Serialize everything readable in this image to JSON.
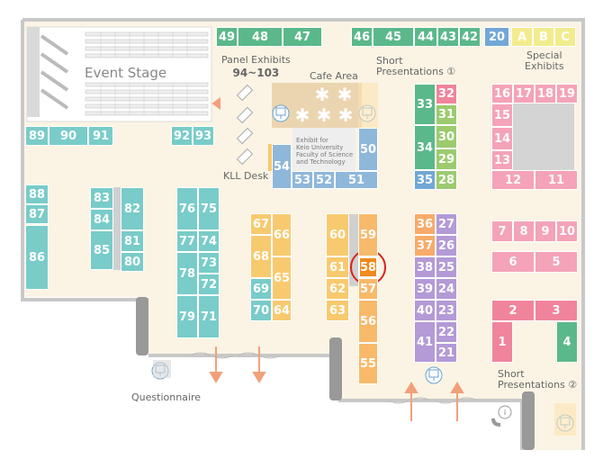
{
  "labels": {
    "event_stage": "Event Stage",
    "panel_exhibits_1": "Panel Exhibits",
    "panel_exhibits_2": "94~103",
    "cafe_area": "Cafe Area",
    "short_pres_1a": "Short",
    "short_pres_1b": "Presentations ①",
    "special_1": "Special",
    "special_2": "Exhibits",
    "kll_desk": "KLL Desk",
    "keio_1": "Exhibit for",
    "keio_2": "Keio University",
    "keio_3": "Faculty of Science",
    "keio_4": "and Technology",
    "questionnaire": "Questionnaire",
    "short_pres_2a": "Short",
    "short_pres_2b": "Presentations ②"
  },
  "booths": [
    {
      "id": "49",
      "color": "#5bb88a"
    },
    {
      "id": "48",
      "color": "#5bb88a"
    },
    {
      "id": "47",
      "color": "#5bb88a"
    },
    {
      "id": "46",
      "color": "#5bb88a"
    },
    {
      "id": "45",
      "color": "#5bb88a"
    },
    {
      "id": "44",
      "color": "#5bb88a"
    },
    {
      "id": "43",
      "color": "#5bb88a"
    },
    {
      "id": "42",
      "color": "#5bb88a"
    },
    {
      "id": "20",
      "color": "#72a7d6"
    },
    {
      "id": "A",
      "color": "#f3ec8e"
    },
    {
      "id": "B",
      "color": "#f3ec8e"
    },
    {
      "id": "C",
      "color": "#f3ec8e"
    },
    {
      "id": "89",
      "color": "#79ccc9"
    },
    {
      "id": "90",
      "color": "#79ccc9"
    },
    {
      "id": "91",
      "color": "#79ccc9"
    },
    {
      "id": "92",
      "color": "#79ccc9"
    },
    {
      "id": "93",
      "color": "#79ccc9"
    },
    {
      "id": "88",
      "color": "#79ccc9"
    },
    {
      "id": "87",
      "color": "#79ccc9"
    },
    {
      "id": "86",
      "color": "#79ccc9"
    },
    {
      "id": "83",
      "color": "#79ccc9"
    },
    {
      "id": "84",
      "color": "#79ccc9"
    },
    {
      "id": "85",
      "color": "#79ccc9"
    },
    {
      "id": "82",
      "color": "#79ccc9"
    },
    {
      "id": "81",
      "color": "#79ccc9"
    },
    {
      "id": "80",
      "color": "#79ccc9"
    },
    {
      "id": "76",
      "color": "#79ccc9"
    },
    {
      "id": "75",
      "color": "#79ccc9"
    },
    {
      "id": "77",
      "color": "#79ccc9"
    },
    {
      "id": "74",
      "color": "#79ccc9"
    },
    {
      "id": "78",
      "color": "#79ccc9"
    },
    {
      "id": "73",
      "color": "#79ccc9"
    },
    {
      "id": "72",
      "color": "#79ccc9"
    },
    {
      "id": "79",
      "color": "#79ccc9"
    },
    {
      "id": "71",
      "color": "#79ccc9"
    },
    {
      "id": "67",
      "color": "#f8ca6f"
    },
    {
      "id": "66",
      "color": "#f8ca6f"
    },
    {
      "id": "68",
      "color": "#f8ca6f"
    },
    {
      "id": "65",
      "color": "#f8ca6f"
    },
    {
      "id": "64",
      "color": "#f8ca6f"
    },
    {
      "id": "69",
      "color": "#79ccc9"
    },
    {
      "id": "70",
      "color": "#79ccc9"
    },
    {
      "id": "60",
      "color": "#f8ca6f"
    },
    {
      "id": "61",
      "color": "#f8ca6f"
    },
    {
      "id": "62",
      "color": "#f8ca6f"
    },
    {
      "id": "63",
      "color": "#f8ca6f"
    },
    {
      "id": "59",
      "color": "#f8b96a"
    },
    {
      "id": "58",
      "color": "#f08a1d"
    },
    {
      "id": "57",
      "color": "#f8b96a"
    },
    {
      "id": "56",
      "color": "#f8b96a"
    },
    {
      "id": "55",
      "color": "#f8b96a"
    },
    {
      "id": "50",
      "color": "#8fb7da"
    },
    {
      "id": "54",
      "color": "#8fb7da"
    },
    {
      "id": "53",
      "color": "#8fb7da"
    },
    {
      "id": "52",
      "color": "#8fb7da"
    },
    {
      "id": "51",
      "color": "#8fb7da"
    },
    {
      "id": "33",
      "color": "#5bb88a"
    },
    {
      "id": "32",
      "color": "#f0849d"
    },
    {
      "id": "31",
      "color": "#9ccb6f"
    },
    {
      "id": "34",
      "color": "#5bb88a"
    },
    {
      "id": "30",
      "color": "#9ccb6f"
    },
    {
      "id": "29",
      "color": "#9ccb6f"
    },
    {
      "id": "35",
      "color": "#72a7d6"
    },
    {
      "id": "28",
      "color": "#9ccb6f"
    },
    {
      "id": "36",
      "color": "#f8ab6a"
    },
    {
      "id": "27",
      "color": "#b49ad6"
    },
    {
      "id": "37",
      "color": "#f8ab6a"
    },
    {
      "id": "26",
      "color": "#b49ad6"
    },
    {
      "id": "38",
      "color": "#b49ad6"
    },
    {
      "id": "25",
      "color": "#b49ad6"
    },
    {
      "id": "39",
      "color": "#b49ad6"
    },
    {
      "id": "24",
      "color": "#b49ad6"
    },
    {
      "id": "40",
      "color": "#b49ad6"
    },
    {
      "id": "23",
      "color": "#b49ad6"
    },
    {
      "id": "41",
      "color": "#b49ad6"
    },
    {
      "id": "22",
      "color": "#b49ad6"
    },
    {
      "id": "21",
      "color": "#b49ad6"
    },
    {
      "id": "16",
      "color": "#f4a3b8"
    },
    {
      "id": "17",
      "color": "#f4a3b8"
    },
    {
      "id": "18",
      "color": "#f4a3b8"
    },
    {
      "id": "19",
      "color": "#f4a3b8"
    },
    {
      "id": "15",
      "color": "#f4a3b8"
    },
    {
      "id": "14",
      "color": "#f4a3b8"
    },
    {
      "id": "13",
      "color": "#f4a3b8"
    },
    {
      "id": "12",
      "color": "#f4a3b8"
    },
    {
      "id": "11",
      "color": "#f4a3b8"
    },
    {
      "id": "7",
      "color": "#f4a3b8"
    },
    {
      "id": "8",
      "color": "#f4a3b8"
    },
    {
      "id": "9",
      "color": "#f4a3b8"
    },
    {
      "id": "10",
      "color": "#f4a3b8"
    },
    {
      "id": "6",
      "color": "#f4a3b8"
    },
    {
      "id": "5",
      "color": "#f4a3b8"
    },
    {
      "id": "2",
      "color": "#f0849d"
    },
    {
      "id": "3",
      "color": "#f0849d"
    },
    {
      "id": "1",
      "color": "#f0849d"
    },
    {
      "id": "4",
      "color": "#5bb88a"
    }
  ],
  "highlight": {
    "booth": "58",
    "ring_color": "#d9211f"
  },
  "floor_color": "#fbf4e4",
  "wall_color": "#c8c8c8",
  "arrow_color": "#f2a07a",
  "icons": [
    "monitor-stand-icon",
    "coffee-table-icon",
    "info-icon",
    "entrance-arrow-icon"
  ]
}
